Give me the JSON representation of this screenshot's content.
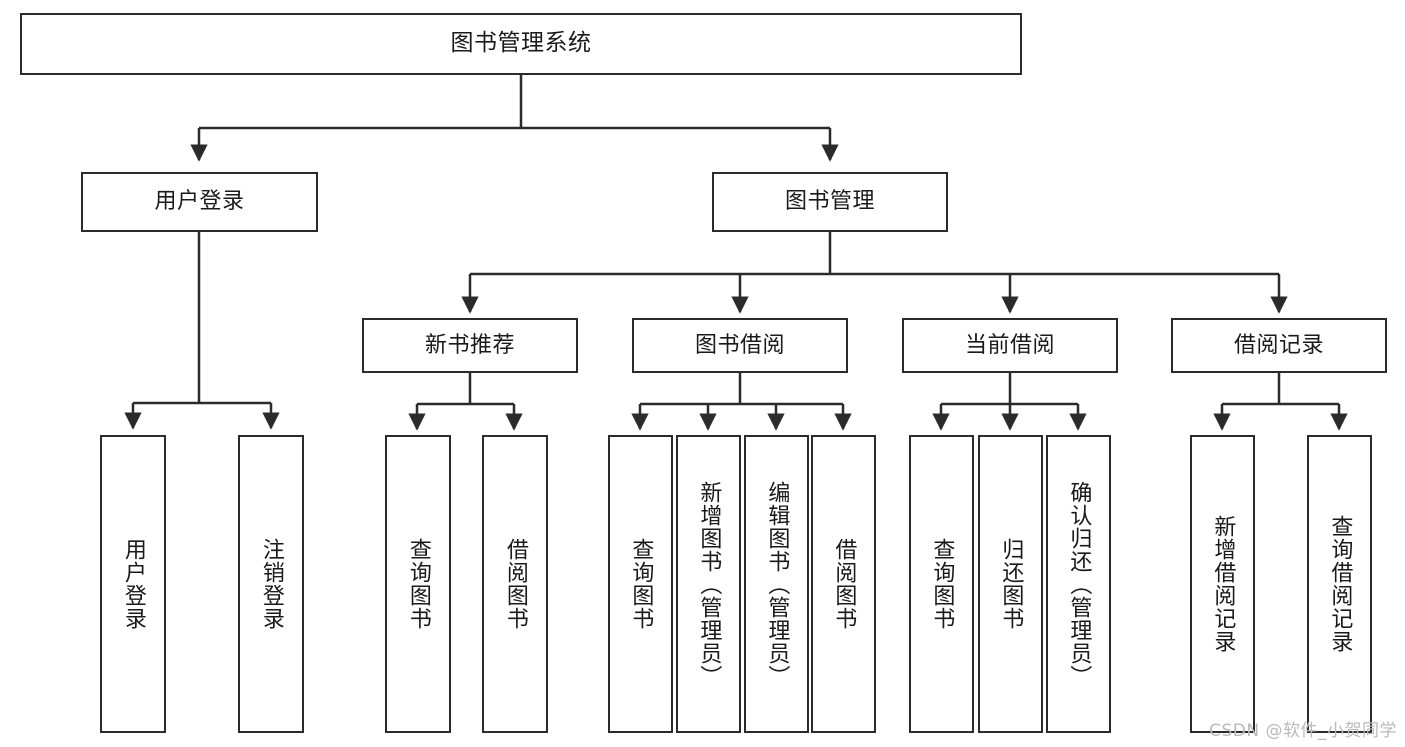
{
  "diagram": {
    "title": "图书管理系统",
    "watermark": "CSDN @软件_小贺同学",
    "style": {
      "box_border_color": "#2b2b2b",
      "box_fill_color": "#ffffff",
      "connector_color": "#2b2b2b",
      "background_color": "#ffffff",
      "watermark_color": "#b9b9b9"
    },
    "levels": {
      "root": {
        "label": "图书管理系统"
      },
      "level1": [
        {
          "label": "用户登录"
        },
        {
          "label": "图书管理"
        }
      ],
      "level2": [
        {
          "label": "新书推荐"
        },
        {
          "label": "图书借阅"
        },
        {
          "label": "当前借阅"
        },
        {
          "label": "借阅记录"
        }
      ],
      "leaves": {
        "user_login": [
          {
            "label": "用户登录"
          },
          {
            "label": "注销登录"
          }
        ],
        "new_book_recommend": [
          {
            "label": "查询图书"
          },
          {
            "label": "借阅图书"
          }
        ],
        "book_borrow": [
          {
            "label": "查询图书"
          },
          {
            "label": "新增图书（管理员）"
          },
          {
            "label": "编辑图书（管理员）"
          },
          {
            "label": "借阅图书"
          }
        ],
        "current_borrow": [
          {
            "label": "查询图书"
          },
          {
            "label": "归还图书"
          },
          {
            "label": "确认归还（管理员）"
          }
        ],
        "borrow_record": [
          {
            "label": "新增借阅记录"
          },
          {
            "label": "查询借阅记录"
          }
        ]
      }
    }
  }
}
